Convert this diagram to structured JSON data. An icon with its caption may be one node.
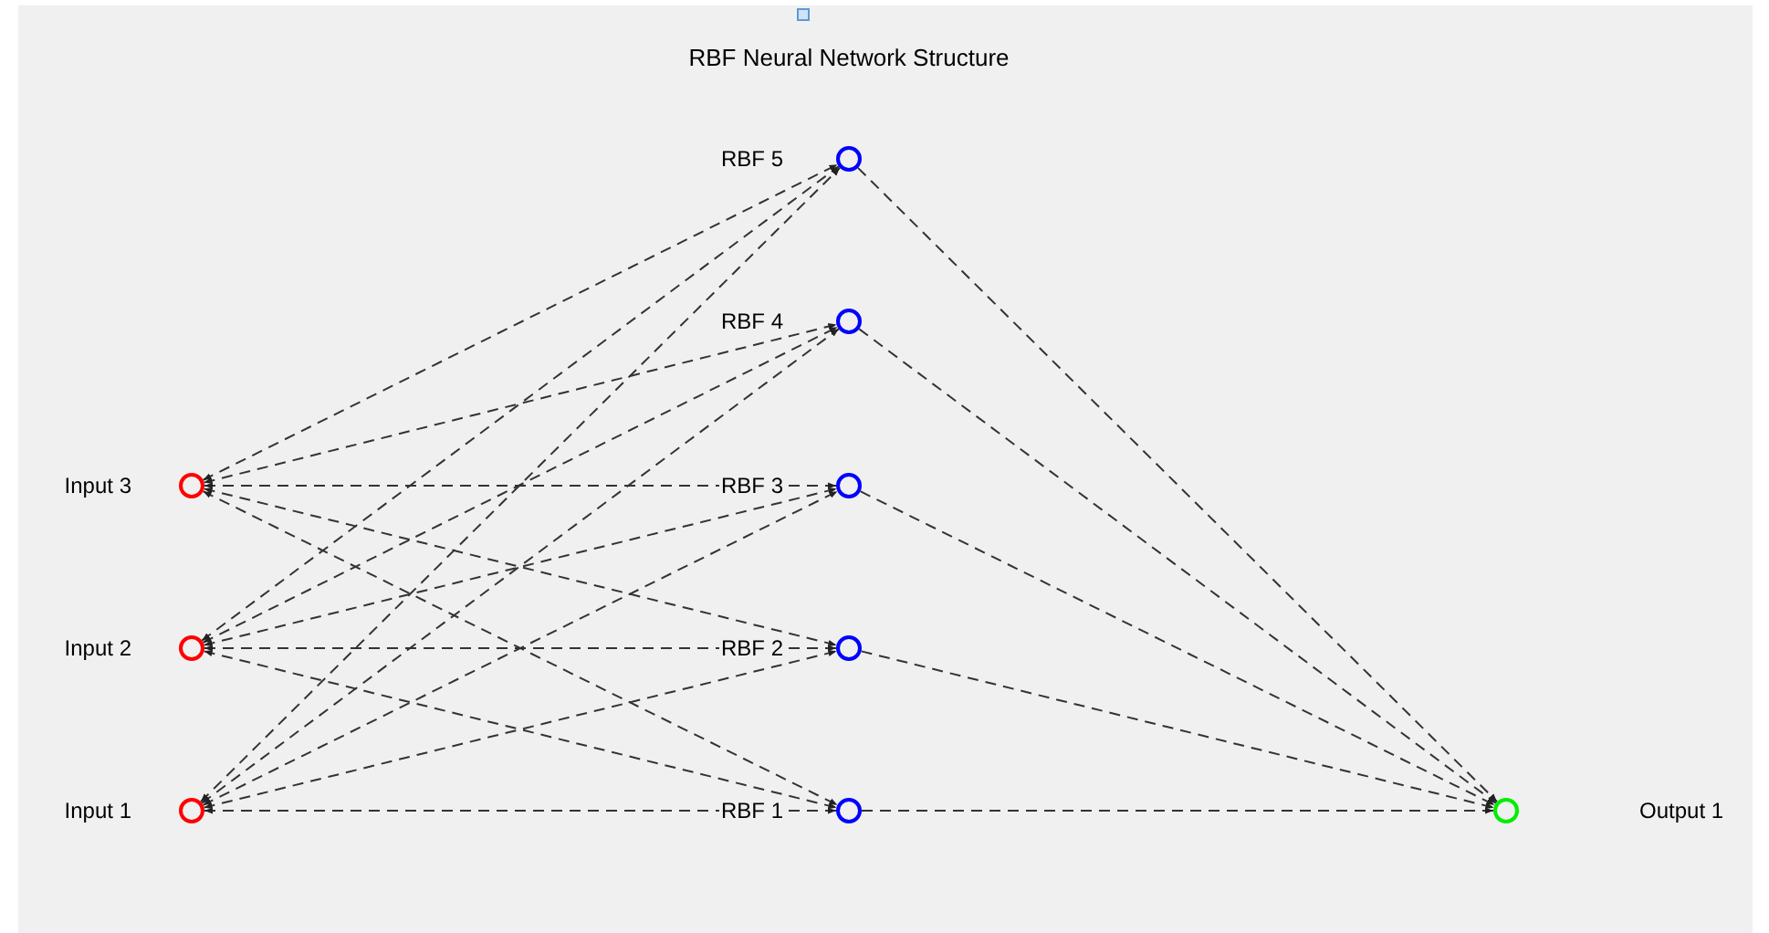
{
  "diagram": {
    "title": "RBF Neural Network Structure",
    "nodes": [
      {
        "text": [],
        "shape": "circle",
        "beside": [
          "Input 3"
        ]
      },
      {
        "text": [],
        "shape": "circle",
        "beside": [
          "Input 2"
        ]
      },
      {
        "text": [],
        "shape": "circle",
        "beside": [
          "Input 1"
        ]
      },
      {
        "text": [],
        "shape": "circle",
        "beside": [
          "RBF 5"
        ]
      },
      {
        "text": [],
        "shape": "circle",
        "beside": [
          "RBF 4"
        ]
      },
      {
        "text": [],
        "shape": "circle",
        "beside": [
          "RBF 3"
        ]
      },
      {
        "text": [],
        "shape": "circle",
        "beside": [
          "RBF 2"
        ]
      },
      {
        "text": [],
        "shape": "circle",
        "beside": [
          "RBF 1"
        ]
      },
      {
        "text": [],
        "shape": "circle"
      }
    ],
    "labels": [
      "Output 1"
    ],
    "edges": [
      {
        "from": 0,
        "to": 3,
        "arrow": "both",
        "style": "dashed"
      },
      {
        "from": 0,
        "to": 4,
        "arrow": "both",
        "style": "dashed"
      },
      {
        "from": 0,
        "to": 5,
        "arrow": "both",
        "style": "dashed"
      },
      {
        "from": 0,
        "to": 6,
        "arrow": "both",
        "style": "dashed"
      },
      {
        "from": 0,
        "to": 7,
        "arrow": "both",
        "style": "dashed"
      },
      {
        "from": 1,
        "to": 3,
        "arrow": "both",
        "style": "dashed"
      },
      {
        "from": 1,
        "to": 4,
        "arrow": "both",
        "style": "dashed"
      },
      {
        "from": 1,
        "to": 5,
        "arrow": "both",
        "style": "dashed"
      },
      {
        "from": 1,
        "to": 6,
        "arrow": "both",
        "style": "dashed"
      },
      {
        "from": 1,
        "to": 7,
        "arrow": "both",
        "style": "dashed"
      },
      {
        "from": 2,
        "to": 3,
        "arrow": "both",
        "style": "dashed"
      },
      {
        "from": 2,
        "to": 4,
        "arrow": "both",
        "style": "dashed"
      },
      {
        "from": 2,
        "to": 5,
        "arrow": "both",
        "style": "dashed"
      },
      {
        "from": 2,
        "to": 6,
        "arrow": "both",
        "style": "dashed"
      },
      {
        "from": 2,
        "to": 7,
        "arrow": "both",
        "style": "dashed"
      },
      {
        "from": 3,
        "to": 8,
        "arrow": "to",
        "style": "dashed"
      },
      {
        "from": 4,
        "to": 8,
        "arrow": "to",
        "style": "dashed"
      },
      {
        "from": 5,
        "to": 8,
        "arrow": "to",
        "style": "dashed"
      },
      {
        "from": 6,
        "to": 8,
        "arrow": "to",
        "style": "dashed"
      },
      {
        "from": 7,
        "to": 8,
        "arrow": "to",
        "style": "dashed"
      }
    ]
  }
}
